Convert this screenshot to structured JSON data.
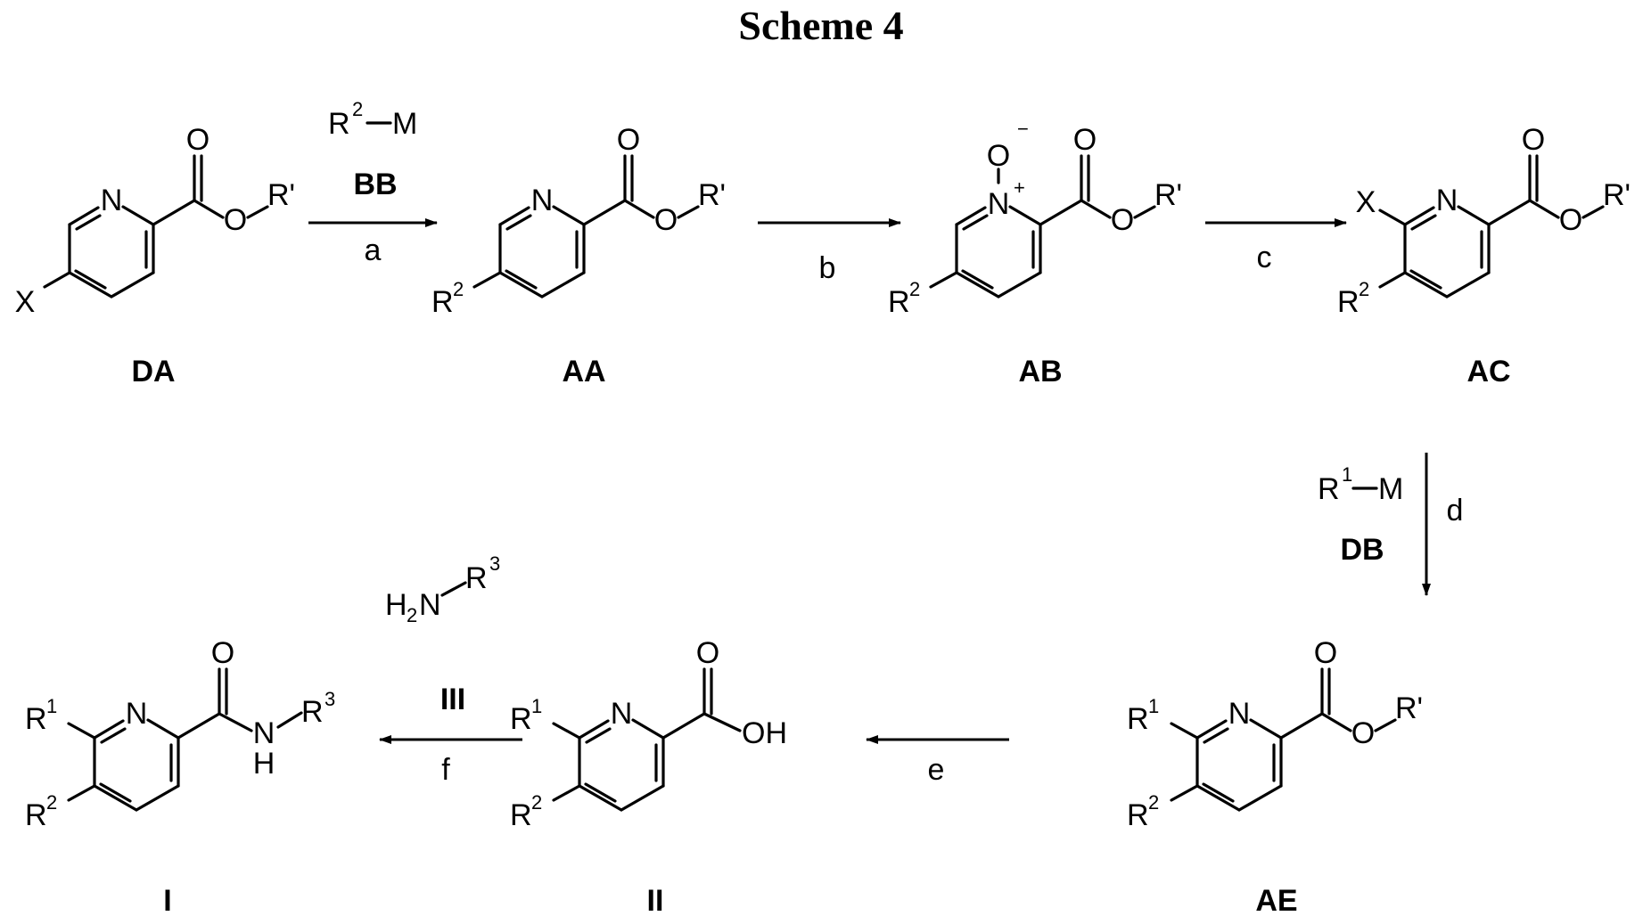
{
  "title": "Scheme 4",
  "atoms": {
    "N": "N",
    "O": "O",
    "R_prime": "R'",
    "X": "X",
    "R": "R",
    "OH": "OH",
    "H": "H",
    "H2N": "H",
    "sub2": "2",
    "sup1": "1",
    "sup2": "2",
    "sup3": "3",
    "plus": "+",
    "minus": "−",
    "M": "M"
  },
  "compounds": {
    "DA": "DA",
    "AA": "AA",
    "AB": "AB",
    "AC": "AC",
    "AE": "AE",
    "II": "II",
    "I": "I"
  },
  "reagents": {
    "BB": "BB",
    "DB": "DB",
    "III": "III"
  },
  "steps": {
    "a": "a",
    "b": "b",
    "c": "c",
    "d": "d",
    "e": "e",
    "f": "f"
  }
}
